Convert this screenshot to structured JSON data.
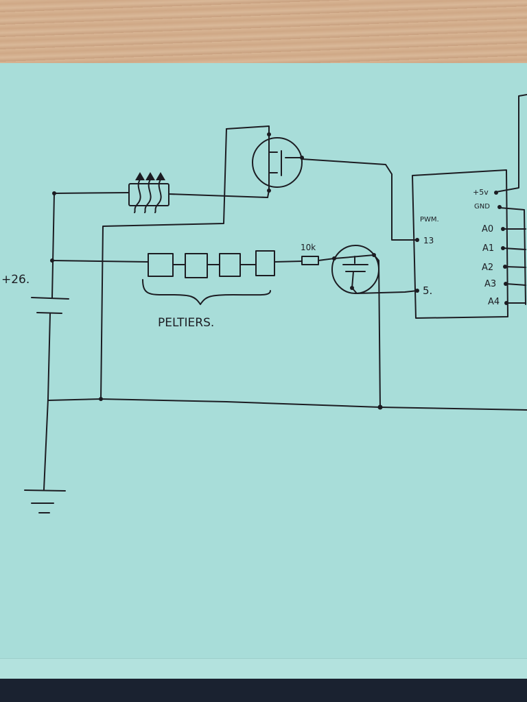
{
  "labels": {
    "supply": "+26.",
    "resistor": "10k",
    "peltiers": "PELTIERS.",
    "pwm": "PWM.",
    "pin13": "13",
    "pin5": "5."
  },
  "arduino_pins": {
    "p5v": "+5v",
    "gnd": "GND",
    "a0": "A0",
    "a1": "A1",
    "a2": "A2",
    "a3": "A3",
    "a4": "A4"
  },
  "colors": {
    "paper": "#a8ddd9",
    "ink": "#1c1c22",
    "desk": "#d2ae8e"
  }
}
